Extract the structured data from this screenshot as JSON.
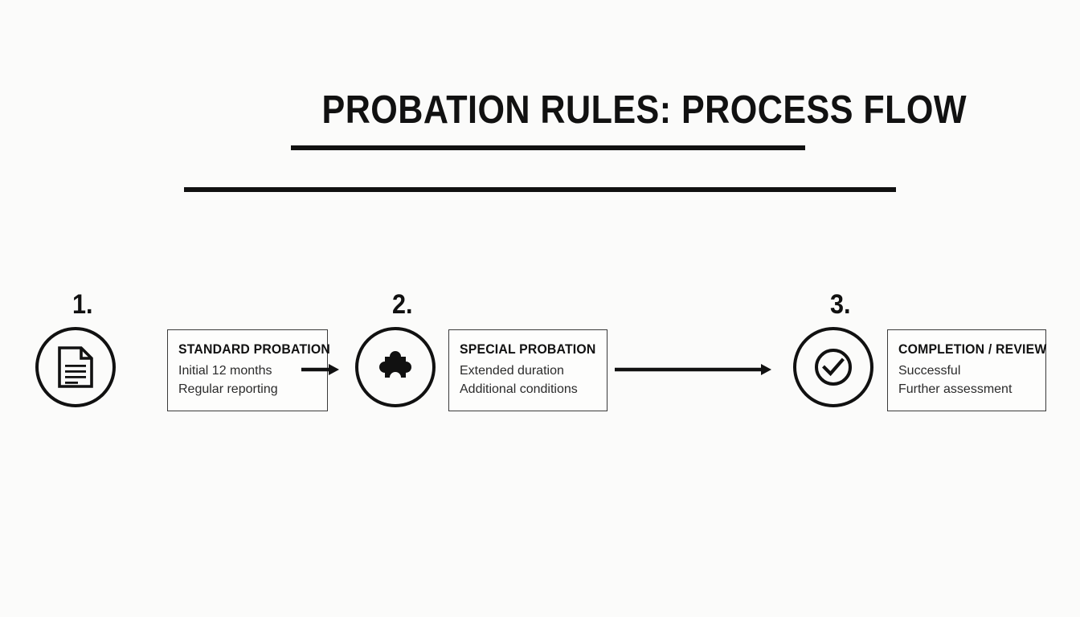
{
  "slide": {
    "title": "PROBATION RULES: PROCESS FLOW",
    "background_color": "#fbfbfa",
    "ink_color": "#111111"
  },
  "flow": {
    "steps": [
      {
        "number": "1.",
        "icon": "document-icon",
        "card_title": "STANDARD PROBATION",
        "card_lines": [
          "Initial 12 months",
          "Regular reporting"
        ]
      },
      {
        "number": "2.",
        "icon": "puzzle-piece-icon",
        "card_title": "SPECIAL PROBATION",
        "card_lines": [
          "Extended duration",
          "Additional conditions"
        ]
      },
      {
        "number": "3.",
        "icon": "check-circle-icon",
        "card_title": "COMPLETION / REVIEW",
        "card_lines": [
          "Successful",
          "Further assessment"
        ]
      }
    ],
    "connectors": [
      {
        "name": "arrow-step1-to-step2",
        "direction": "right"
      },
      {
        "name": "arrow-step2-to-step3",
        "direction": "right"
      }
    ]
  }
}
